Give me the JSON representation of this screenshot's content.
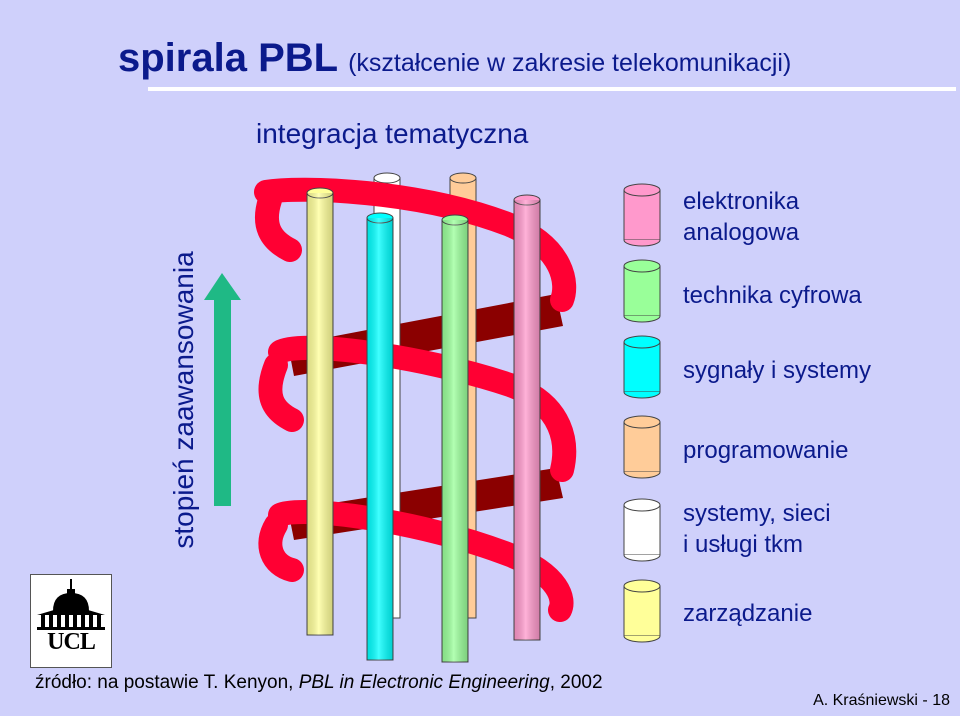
{
  "title": {
    "main": "spirala PBL",
    "subtitle": "(kształcenie w zakresie telekomunikacji)"
  },
  "top_label": "integracja tematyczna",
  "side_label": "stopień zaawansowania",
  "legend": [
    {
      "lines": [
        "elektronika",
        "analogowa"
      ],
      "color": "#ff99cc",
      "icon": "cylinder-icon"
    },
    {
      "lines": [
        "technika cyfrowa"
      ],
      "color": "#99ff99",
      "icon": "cylinder-icon"
    },
    {
      "lines": [
        "sygnały i systemy"
      ],
      "color": "#00ffff",
      "icon": "cylinder-icon"
    },
    {
      "lines": [
        "programowanie"
      ],
      "color": "#ffcc99",
      "icon": "cylinder-icon"
    },
    {
      "lines": [
        "systemy, sieci",
        "i usługi tkm"
      ],
      "color": "#ffffff",
      "icon": "cylinder-icon"
    },
    {
      "lines": [
        "zarządzanie"
      ],
      "color": "#ffff99",
      "icon": "cylinder-icon"
    }
  ],
  "logo_text": "UCL",
  "source": {
    "prefix": "źródło: na postawie T. Kenyon, ",
    "italic": "PBL in Electronic Engineering",
    "suffix": ", 2002"
  },
  "author": "A. Kraśniewski - 18",
  "colors": {
    "title": "#0b1a8c",
    "spiral_front": "#ff0033",
    "spiral_back": "#8b0000",
    "arrow": "#1fb985",
    "background": "#cfd0fb"
  }
}
